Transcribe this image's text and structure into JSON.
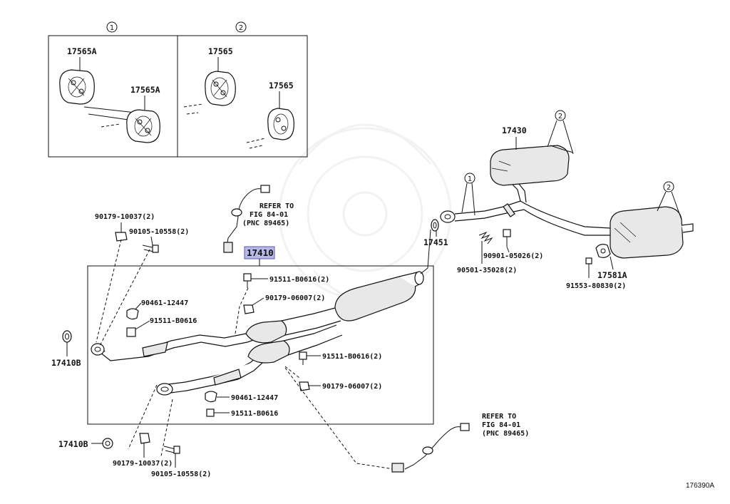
{
  "diagram": {
    "figure_id": "176390A",
    "inset_1": {
      "number": "1",
      "part_a": "17565A",
      "part_b": "17565A"
    },
    "inset_2": {
      "number": "2",
      "part_a": "17565",
      "part_b": "17565"
    },
    "callouts": {
      "c1": "1",
      "c2a": "2",
      "c2b": "2"
    },
    "parts": {
      "p17430": "17430",
      "p17451": "17451",
      "p17581A": "17581A",
      "p90901": "90901-05026(2)",
      "p90501": "90501-35028(2)",
      "p91553": "91553-80830(2)",
      "p17410": "17410",
      "p17410B_1": "17410B",
      "p17410B_2": "17410B",
      "p90179_top": "90179-10037(2)",
      "p90105_top": "90105-10558(2)",
      "p90179_bot": "90179-10037(2)",
      "p90105_bot": "90105-10558(2)",
      "p91511_2a": "91511-B0616(2)",
      "p90179_06_a": "90179-06007(2)",
      "p90461_a": "90461-12447",
      "p91511_a": "91511-B0616",
      "p91511_2b": "91511-B0616(2)",
      "p90179_06_b": "90179-06007(2)",
      "p90461_b": "90461-12447",
      "p91511_b": "91511-B0616"
    },
    "refer_1": {
      "line1": "REFER TO",
      "line2": "FIG 84-01",
      "line3": "(PNC 89465)"
    },
    "refer_2": {
      "line1": "REFER TO",
      "line2": "FIG 84-01",
      "line3": "(PNC 89465)"
    }
  }
}
